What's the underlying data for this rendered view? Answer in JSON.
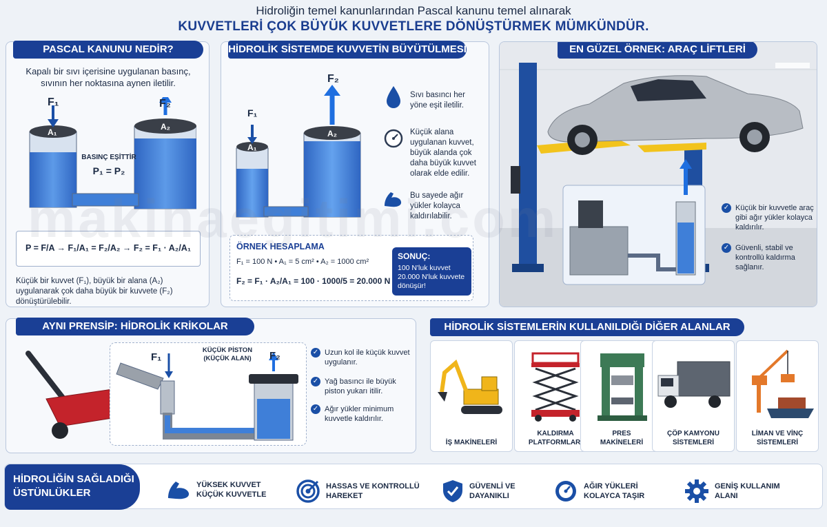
{
  "header": {
    "line1": "Hidroliğin temel kanunlarından Pascal kanunu temel alınarak",
    "line2": "KUVVETLERİ ÇOK BÜYÜK KUVVETLERE DÖNÜŞTÜRMEK MÜMKÜNDÜR."
  },
  "watermark": "makinaegitimi.com",
  "pascal": {
    "title": "PASCAL KANUNU NEDİR?",
    "desc": "Kapalı bir sıvı içerisine uygulanan basınç, sıvının her noktasına aynen iletilir.",
    "f1": "F₁",
    "f2": "F₂",
    "a1": "A₁",
    "a2": "A₂",
    "pressure_label": "BASINÇ EŞİTTİR",
    "pressure_eq": "P₁ = P₂",
    "formula": "P = F/A  →  F₁/A₁ = F₂/A₂  →  F₂ = F₁ · A₂/A₁",
    "footer": "Küçük bir kuvvet (F₁), büyük bir alana (A₂) uygulanarak çok daha büyük bir kuvvete (F₂) dönüştürülebilir."
  },
  "amplify": {
    "title": "HİDROLİK SİSTEMDE KUVVETİN BÜYÜTÜLMESİ",
    "f1": "F₁",
    "f2": "F₂",
    "a1": "A₁",
    "a2": "A₂",
    "points": [
      "Sıvı basıncı her yöne eşit iletilir.",
      "Küçük alana uygulanan kuvvet, büyük alanda çok daha büyük kuvvet olarak elde edilir.",
      "Bu sayede ağır yükler kolayca kaldırılabilir."
    ],
    "example_title": "ÖRNEK HESAPLAMA",
    "example_given": "F₁ = 100 N  •  A₁ = 5 cm²  •  A₂ = 1000 cm²",
    "example_calc": "F₂ = F₁ · A₂/A₁ = 100 · 1000/5 = 20.000 N",
    "result_title": "SONUÇ:",
    "result_text": "100 N'luk kuvvet 20.000 N'luk kuvvete dönüşür!"
  },
  "lift": {
    "title": "EN GÜZEL ÖRNEK: ARAÇ LİFTLERİ",
    "points": [
      "Küçük bir kuvvetle araç gibi ağır yükler kolayca kaldırılır.",
      "Güvenli, stabil ve kontrollü kaldırma sağlanır."
    ]
  },
  "jack": {
    "title": "AYNI PRENSİP: HİDROLİK KRİKOLAR",
    "piston_label": "KÜÇÜK PİSTON (KÜÇÜK ALAN)",
    "f1": "F₁",
    "f2": "F₂",
    "points": [
      "Uzun kol ile küçük kuvvet uygulanır.",
      "Yağ basıncı ile büyük piston yukarı itilir.",
      "Ağır yükler minimum kuvvetle kaldırılır."
    ]
  },
  "other": {
    "title": "HİDROLİK SİSTEMLERİN KULLANILDIĞI DİĞER ALANLAR",
    "tiles": [
      {
        "label": "İŞ MAKİNELERİ",
        "icon": "excavator-icon"
      },
      {
        "label": "KALDIRMA PLATFORMLARI",
        "icon": "scissor-lift-icon"
      },
      {
        "label": "PRES MAKİNELERİ",
        "icon": "press-icon"
      },
      {
        "label": "ÇÖP KAMYONU SİSTEMLERİ",
        "icon": "garbage-truck-icon"
      },
      {
        "label": "LİMAN VE VİNÇ SİSTEMLERİ",
        "icon": "port-crane-icon"
      }
    ]
  },
  "advantages": {
    "title": "HİDROLİĞİN SAĞLADIĞI ÜSTÜNLÜKLER",
    "items": [
      {
        "label": "YÜKSEK KUVVET KÜÇÜK KUVVETLE",
        "icon": "muscle-icon"
      },
      {
        "label": "HASSAS VE KONTROLLÜ HAREKET",
        "icon": "target-icon"
      },
      {
        "label": "GÜVENLİ VE DAYANIKLI",
        "icon": "shield-icon"
      },
      {
        "label": "AĞIR YÜKLERİ KOLAYCA TAŞIR",
        "icon": "gauge-icon"
      },
      {
        "label": "GENİŞ KULLANIM ALANI",
        "icon": "gear-icon"
      }
    ]
  },
  "colors": {
    "primary": "#1a3f95",
    "fluid": "#3f7fd8",
    "accent": "#1f6fe0"
  }
}
